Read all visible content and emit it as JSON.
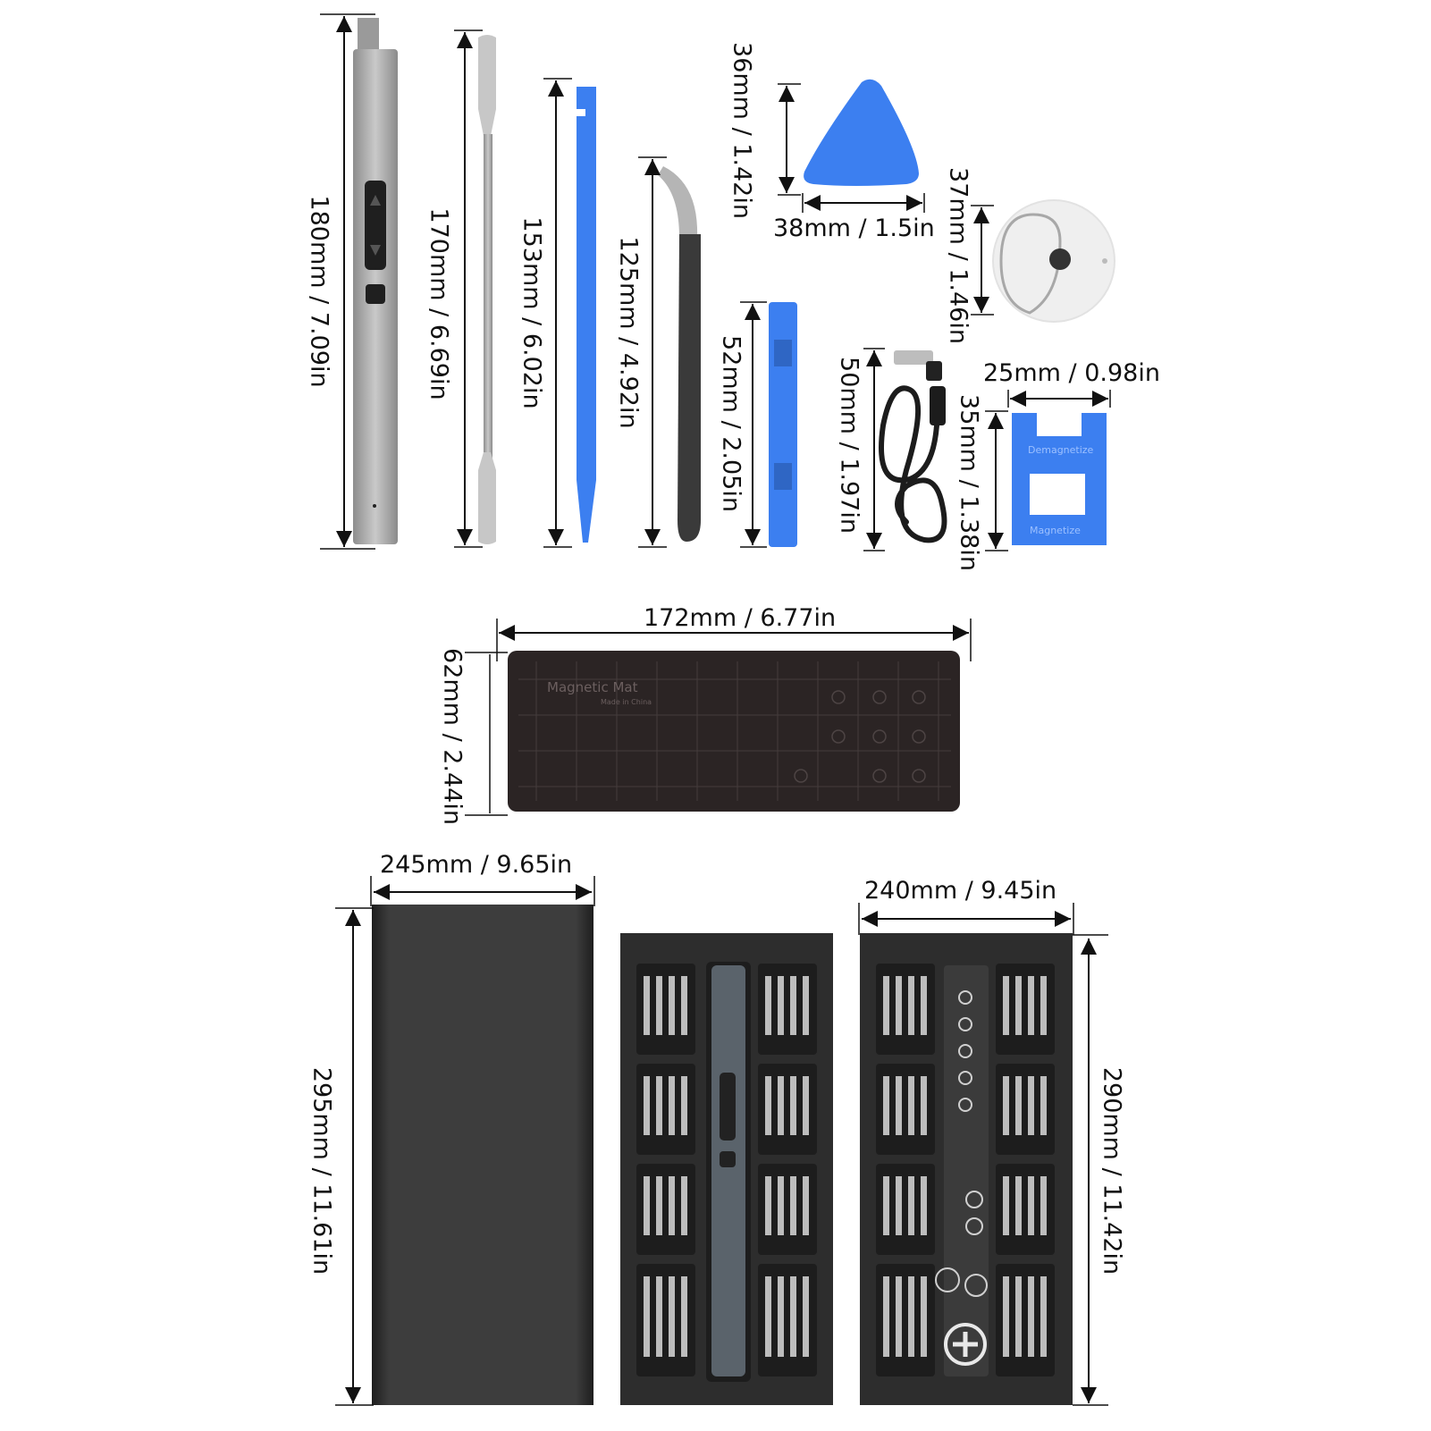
{
  "dimensions": {
    "screwdriver": "180mm / 7.09in",
    "spudger": "170mm / 6.69in",
    "pry_tool": "153mm / 6.02in",
    "tweezers": "125mm / 4.92in",
    "pick_height": "36mm / 1.42in",
    "pick_width": "38mm / 1.5in",
    "suction_cup": "37mm / 1.46in",
    "opening_tool": "52mm / 2.05in",
    "cable": "50mm / 1.97in",
    "magnetizer_width": "25mm / 0.98in",
    "magnetizer_height": "35mm / 1.38in",
    "mat_width": "172mm / 6.77in",
    "mat_height": "62mm / 2.44in",
    "case_width": "245mm / 9.65in",
    "case_height": "295mm / 11.61in",
    "tray_width": "240mm / 9.45in",
    "tray_height": "290mm / 11.42in"
  },
  "magnetizer": {
    "top_label": "Demagnetize",
    "bottom_label": "Magnetize"
  },
  "mat": {
    "title": "Magnetic Mat",
    "subtitle": "Made in China"
  },
  "colors": {
    "tool_blue": "#3c7ff0",
    "case_dark": "#3a3a3a",
    "mat_dark": "#2b2424",
    "metal": "#b9b9b9"
  }
}
